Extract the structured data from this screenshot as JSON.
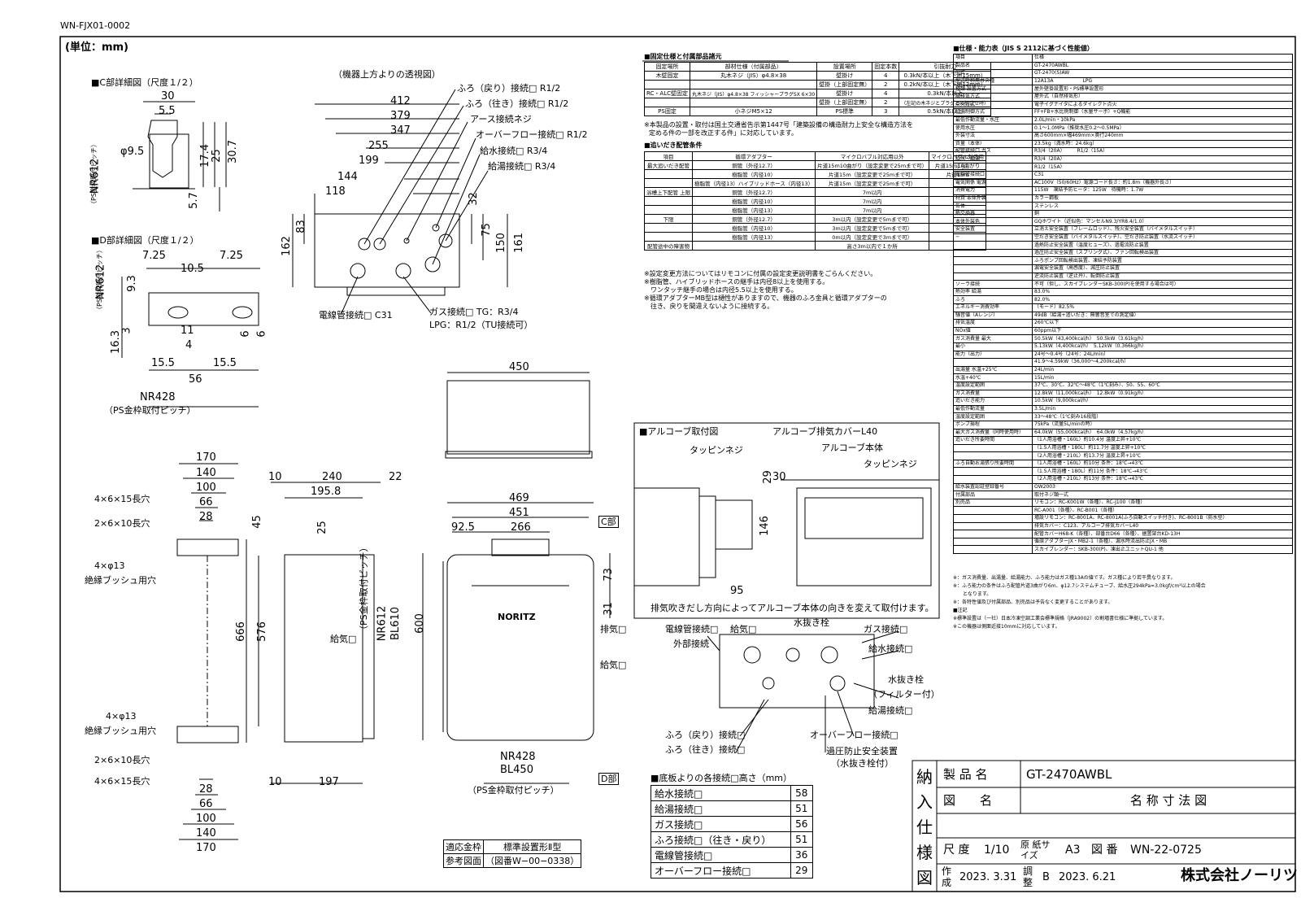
{
  "doc_code": "WN-FJX01-0002",
  "unit": "(単位：mm)",
  "c_detail": {
    "title": "■C部詳細図（尺度１/２）",
    "dims": [
      "30",
      "5.5",
      "φ9.5",
      "17.4",
      "25",
      "30.7",
      "5.7"
    ],
    "nr": "NR612",
    "nr_note": "（PS金枠取付ピッチ）"
  },
  "d_detail": {
    "title": "■D部詳細図（尺度１/２）",
    "dims": [
      "7.25",
      "10.5",
      "7.25",
      "9.3",
      "3",
      "16.3",
      "11",
      "4",
      "6",
      "6",
      "15.5",
      "15.5",
      "56"
    ],
    "nr_v": "NR612",
    "nr_v_note": "（PS金枠取付ピッチ）",
    "nr_h": "NR428",
    "nr_h_note": "（PS金枠取付ピッチ）"
  },
  "top_view": {
    "title": "（機器上方よりの透視図）",
    "dims": [
      "412",
      "379",
      "347",
      "255",
      "199",
      "144",
      "118",
      "83",
      "162",
      "32",
      "75",
      "150",
      "161"
    ],
    "callouts": [
      "ふろ（戻り）接続□ R1/2",
      "ふろ（往き）接続□ R1/2",
      "アース接続ネジ",
      "オーバーフロー接続□ R1/2",
      "給水接続□ R3/4",
      "給湯接続□ R3/4"
    ],
    "bottom_left": "電線管接続□ C31",
    "gas_line1": "ガス接続□ TG：R3/4",
    "gas_line2": "LPG：R1/2（TU接続可）"
  },
  "fixing": {
    "title": "■固定仕様と付属部品諸元",
    "head": [
      "固定場所",
      "部材仕様（付属部品）",
      "設置場所",
      "固定本数",
      "引抜耐力"
    ],
    "rows": [
      [
        "木壁固定",
        "丸木ネジ（JIS）φ4.8×38",
        "壁掛け",
        "4",
        "0.3kN/本以上（木下地15mm）"
      ],
      [
        "",
        "",
        "壁掛（上部固定無）",
        "2",
        "0.2kN/本以上（木下地12mm）"
      ],
      [
        "RC・ALC壁固定",
        "丸木ネジ（JIS）φ4.8×38 フィッシャープラグSX 6×30",
        "壁掛け",
        "4",
        "0.3kN/本以上"
      ],
      [
        "",
        "",
        "壁掛（上部固定無）",
        "2",
        "（左記の木ネジとプラグとの組合せ時）"
      ],
      [
        "PS固定",
        "小ネジM5×12",
        "PS標準",
        "3",
        "0.5kN/本以上"
      ]
    ],
    "note1": "※本製品の設置・取付は国土交通省告示第1447号「建築設備の構造耐力上安全な構造方法を",
    "note2": "定める件の一部を改正する件」に対応しています。"
  },
  "tsuidaki": {
    "title": "■追いだき配管条件",
    "notes": [
      "※設定変更方法についてはリモコンに付属の設定変更説明書をごらんください。",
      "※樹脂管、ハイブリッドホースの継手は内径8以上を使用する。",
      "ワンタッチ継手の場合は内径5.5以上を使用する。",
      "※循環アダプターMB型は樋性がありますので、機器のふろ金具と循環アダプターの",
      "往き、戻りを間違えないように接続する。"
    ],
    "col_head": [
      "項目",
      "循環アダプター",
      "マイクロバブル対応用以外",
      "マイクロバブル対応用"
    ],
    "rows": [
      [
        "最大追いだき配管",
        "銅管（外径12.7）",
        "片道15m10曲がり（設定変更で25mまで可）",
        "片道15m10曲がり"
      ],
      [
        "",
        "樹脂管（内径10）",
        "片道15m（設定変更で25mまで可）",
        "片道15m"
      ],
      [
        "",
        "樹脂管（内径13）ハイブリッドホース（内径13）",
        "片道15m（設定変更で25mまで可）",
        "−"
      ],
      [
        "浴槽上下配管 上限",
        "銅管（外径12.7）",
        "7m以内",
        ""
      ],
      [
        "",
        "樹脂管（内径10）",
        "7m以内",
        ""
      ],
      [
        "",
        "樹脂管（内径13）",
        "7m以内",
        "−"
      ],
      [
        "下限",
        "銅管（外径12.7）",
        "3m以内（設定変更で5mまで可）",
        ""
      ],
      [
        "",
        "樹脂管（内径10）",
        "3m以内（設定変更で5mまで可）",
        ""
      ],
      [
        "",
        "樹脂管（内径13）",
        "0m以内（設定変更で3mまで可）",
        "−"
      ],
      [
        "配管途中の障害物",
        "",
        "高さ3m以内で１か所",
        ""
      ]
    ]
  },
  "spec": {
    "title": "■仕様・能力表（JIS S 2112に基づく性能値）",
    "rows": [
      [
        "項目",
        "仕様"
      ],
      [
        "製品名",
        "GT-2470AWBL"
      ],
      [
        "型式",
        "GT-2470(S)AW"
      ],
      [
        "型式呼称用ガス種",
        "12A13A　　　　　　LPG"
      ],
      [
        "種類 設置方式",
        "屋外壁掛設置形・PS標準設置形"
      ],
      [
        "給排気方式",
        "屋外式（自然排気形）"
      ],
      [
        "点火方式",
        "電子イグナイタによるダイレクト点火"
      ],
      [
        "給湯制御方式",
        "FF+FB+水比例制御（水量サーボ）+Q機能"
      ],
      [
        "最低作動流量・水圧",
        "2.0L/min・10kPa"
      ],
      [
        "使用水圧",
        "0.1〜1.0MPa（推奨水圧0.2〜0.5MPa）"
      ],
      [
        "外装寸法",
        "高さ600mm×幅469mm×奥行240mm"
      ],
      [
        "質量（本体）",
        "23.5kg（満水時：24.6kg）"
      ],
      [
        "配管接続口 ガス",
        "R3/4（20A）　　　R1/2（15A）"
      ],
      [
        "給水・給湯",
        "R3/4（20A）"
      ],
      [
        "ふろ",
        "R1/2（15A）"
      ],
      [
        "電線管接続口",
        "C31"
      ],
      [
        "電気関係 電源",
        "AC100V（50/60Hz）電源コード長さ：約1.8m（機器外長さ）"
      ],
      [
        "消費電力",
        "115W　凍結予防ヒータ：125W　待機時：1.7W"
      ],
      [
        "材質 本体外装",
        "カラー鋼板"
      ],
      [
        "缶体",
        "ステンレス"
      ],
      [
        "熱交換器",
        "銅"
      ],
      [
        "本体外装色",
        "GQホワイト（近似色：マンセルN9.3/YR8.4/1.0）"
      ],
      [
        "安全装置",
        "立消え安全装置（フレームロッド）、残火安全装置（バイメタルスイッチ）"
      ],
      [
        "",
        "空だき安全装置（バイメタルスイッチ）、空だき防止装置（水流スイッチ）"
      ],
      [
        "",
        "過熱防止安全装置（温度ヒューズ）、過電流防止装置"
      ],
      [
        "",
        "過圧防止安全装置（スプリング式）、ファン回転検出装置"
      ],
      [
        "",
        "ふろポンプ回転検出装置、凍結予防装置"
      ],
      [
        "",
        "漏電安全装置（高感度）、減圧防止装置"
      ],
      [
        "",
        "逆流防止装置（逆止弁）、転倒防止装置"
      ],
      [
        "ソーラ接続",
        "不可（但し、スカイブレンダーSKB-300(P)を使用する場合は可）"
      ],
      [
        "熱効率 給湯",
        "83.0%"
      ],
      [
        "ふろ",
        "82.0%"
      ],
      [
        "エネルギー消費効率",
        "（モード）82.5%"
      ],
      [
        "騒音値（Aレンジ）",
        "49dB（給湯+追いだき：無響音室での測定値）"
      ],
      [
        "排気温度",
        "260℃以下"
      ],
      [
        "NOx値",
        "60ppm以下"
      ],
      [
        "ガス消費量 最大",
        "50.5kW（43,400kcal/h）　50.5kW（3.61kg/h）"
      ],
      [
        "最小",
        "5.13kW（4,400kcal/h）　5.12kW（0.366kg/h）"
      ],
      [
        "能力（出力）",
        "24号〜0.4号（24号：24L/min）"
      ],
      [
        "",
        "41.9〜4.59kW（36,000〜4,200kcal/h）"
      ],
      [
        "出湯量 水温+25℃",
        "24L/min"
      ],
      [
        "水温+40℃",
        "15L/min"
      ],
      [
        "温度設定範囲",
        "37℃、30℃、32℃〜48℃（1℃刻み）、50、55、60℃"
      ],
      [
        "ガス消費量",
        "12.8kW（11,000kcal/h）　12.8kW（0.91kg/h）"
      ],
      [
        "追いだき能力",
        "10.5kW（9,000kcal/h）"
      ],
      [
        "最低作動流量",
        "3.5L/min"
      ],
      [
        "温度設定範囲",
        "33〜48℃（1℃刻み16段階）"
      ],
      [
        "ポンプ揚程",
        "75kPa（流量5L/minの時）"
      ],
      [
        "最大ガス消費量（同時使用時）",
        "64.0kW（55,000kcal/h）　64.0kW（4.57kg/h）"
      ],
      [
        "追いだき所要時間",
        "（1人用浴槽・160L）約10.4分 温度上昇+10℃"
      ],
      [
        "",
        "（1.5人用浴槽・180L）約11.7分 温度上昇+10℃"
      ],
      [
        "",
        "（2人用浴槽・210L）約13.7分 温度上昇+10℃"
      ],
      [
        "ふろ自動お湯張り所要時間",
        "（1人用浴槽・160L）約10分 条件：18℃→43℃"
      ],
      [
        "",
        "（1.5人用浴槽・180L）約11分 条件：18℃→43℃"
      ],
      [
        "",
        "（2人用浴槽・210L）約13分 条件：18℃→43℃"
      ],
      [
        "給水装置認証登録番号",
        "OW2003"
      ],
      [
        "付属部品",
        "取付ネジ類一式"
      ],
      [
        "別売品",
        "リモコン：RC-K001W（各種）、RC-J100（各種）"
      ],
      [
        "",
        "RC-A001（各種）、RC-B001（各種）"
      ],
      [
        "",
        "増設リモコン：RC-8001A、RC-8001A(ふろ自動スイッチ付き)、RC-8001B（防水型）"
      ],
      [
        "",
        "排気カバー：C123、アルコーブ排気カバーL40"
      ],
      [
        "",
        "配管カバーH68-K（各種）、部番台D66（各種）、据置架台KD-13H"
      ],
      [
        "",
        "循環アダプターJX・MB2-1（各種）、漏水時流出防止JX・MB"
      ],
      [
        "",
        "スカイブレンダー：SKB-300(P)、凍出止ユニットQU-1 他"
      ]
    ],
    "footnotes": [
      "※：ガス消費量、出湯量、給湯能力、ふろ能力はガス種13Aの値です。ガス種により若干異なります。",
      "※：ふろ能力の条件はふろ配管片道3曲がり6m、φ12.7システムチューブ、給水圧294kPa=3.0kgf/cm²以上の場合",
      "　　となります。",
      "※：各特性値及び付属部品、別売品は予告なく変更することがあります。",
      "■注記",
      "※標準設置は（一社）日本冷凍空調工業会標準規格（JRA9002）の割増書仕様に準拠しています。",
      "※この機器は側面近接10mmに対応しています。"
    ]
  },
  "alcove": {
    "title": "■アルコーブ取付図",
    "cover": "アルコーブ排気カバーL40",
    "body": "アルコーブ本体",
    "screw1": "タッピンネジ",
    "screw2": "タッピンネジ",
    "dims": [
      "29",
      "30",
      "146",
      "95"
    ],
    "note": "排気吹きだし方向によってアルコーブ本体の向きを変えて取付けます。"
  },
  "bottom_view": {
    "labels_left": [
      "電線管接続□",
      "外部接続",
      "ふろ（戻り）接続□",
      "ふろ（往き）接続□"
    ],
    "labels_top": [
      "給気□",
      "水抜き栓"
    ],
    "labels_right": [
      "ガス接続□",
      "給水接続□",
      "水抜き栓",
      "（フィルター付）",
      "給湯接続□",
      "オーバーフロー接続□",
      "過圧防止安全装置",
      "（水抜き栓付）"
    ]
  },
  "heights": {
    "title": "■底板よりの各接続□高さ（mm）",
    "rows": [
      [
        "給水接続□",
        "58"
      ],
      [
        "給湯接続□",
        "51"
      ],
      [
        "ガス接続□",
        "56"
      ],
      [
        "ふろ接続□（往き・戻り）",
        "51"
      ],
      [
        "電線管接続□",
        "36"
      ],
      [
        "オーバーフロー接続□",
        "29"
      ]
    ]
  },
  "side_view": {
    "dims": [
      "170",
      "140",
      "100",
      "66",
      "28",
      "10",
      "240",
      "22",
      "195.8",
      "25",
      "45",
      "666",
      "576",
      "10",
      "197"
    ],
    "labels": [
      "4×6×15長穴",
      "2×6×10長穴",
      "4×φ13",
      "絶縁ブッシュ用穴",
      "4×φ13",
      "絶縁ブッシュ用穴",
      "2×6×10長穴",
      "4×6×15長穴"
    ],
    "bottom_dims": [
      "28",
      "66",
      "100",
      "140",
      "170"
    ],
    "kyuki": "給気□"
  },
  "front_view": {
    "dims": [
      "450",
      "469",
      "451",
      "92.5",
      "266",
      "73",
      "31",
      "600"
    ],
    "nr_v": "NR612",
    "bl_v": "BL610",
    "ps_note": "（PS金枠取付ピッチ）",
    "nr_h": "NR428",
    "bl_h": "BL450",
    "ps_h": "（PS金枠取付ピッチ）",
    "c_part": "C部",
    "d_part": "D部",
    "haiki": "排気□",
    "kyuki": "給気□",
    "brand": "NORITZ"
  },
  "ref": {
    "label1": "適応金枠",
    "value1": "標準設置形Ⅱ型",
    "label2": "参考図面",
    "value2": "（図番W−00−0338）"
  },
  "titleblock": {
    "side": "納入仕様図",
    "product_label": "製 品 名",
    "product": "GT-2470AWBL",
    "fig_label": "図　　名",
    "fig": "名 称 寸 法 図",
    "scale_label": "尺 度",
    "scale": "1/10",
    "paper_label": "原 紙サイズ",
    "paper": "A3",
    "no_label": "図 番",
    "no": "WN-22-0725",
    "made_label": "作成",
    "made": "2023. 3.31",
    "adj_label": "調整",
    "rev": "B",
    "rev_date": "2023. 6.21",
    "company": "株式会社ノーリツ"
  }
}
